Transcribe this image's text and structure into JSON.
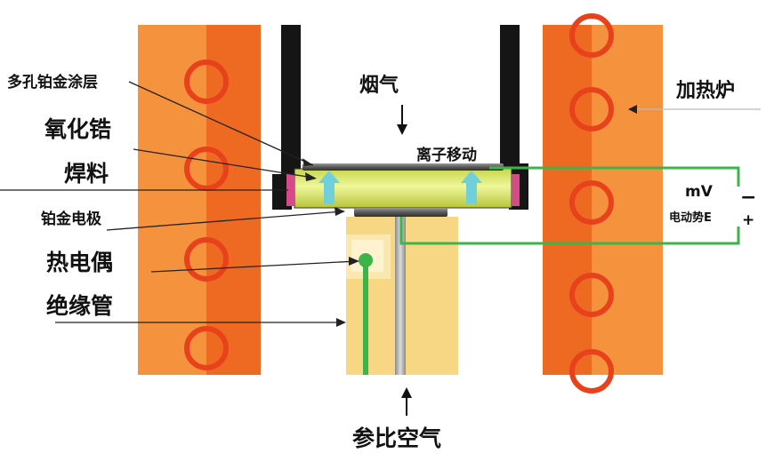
{
  "labels": {
    "porous_pt_coating": "多孔铂金涂层",
    "zirconia": "氧化锆",
    "solder": "焊料",
    "pt_electrode": "铂金电极",
    "thermocouple": "热电偶",
    "insulating_tube": "绝缘管",
    "flue_gas": "烟气",
    "ion_migration": "离子移动",
    "heating_furnace": "加热炉",
    "millivolt": "mV",
    "emf": "电动势E",
    "minus": "−",
    "plus": "+",
    "reference_air": "参比空气"
  },
  "colors": {
    "furnace_outer": "#f5923e",
    "furnace_inner": "#ee6a22",
    "heater_coil": "#e8421c",
    "tube_wall": "#151515",
    "electrolyte": "#e2ee78",
    "solder": "#d64a8a",
    "insulator": "#f8d784",
    "insulator_light": "#fbe7b0",
    "wire_green": "#3bb54a",
    "ion_arrow": "#6fd0dc",
    "electrode_gray": "#5a5a5a"
  }
}
